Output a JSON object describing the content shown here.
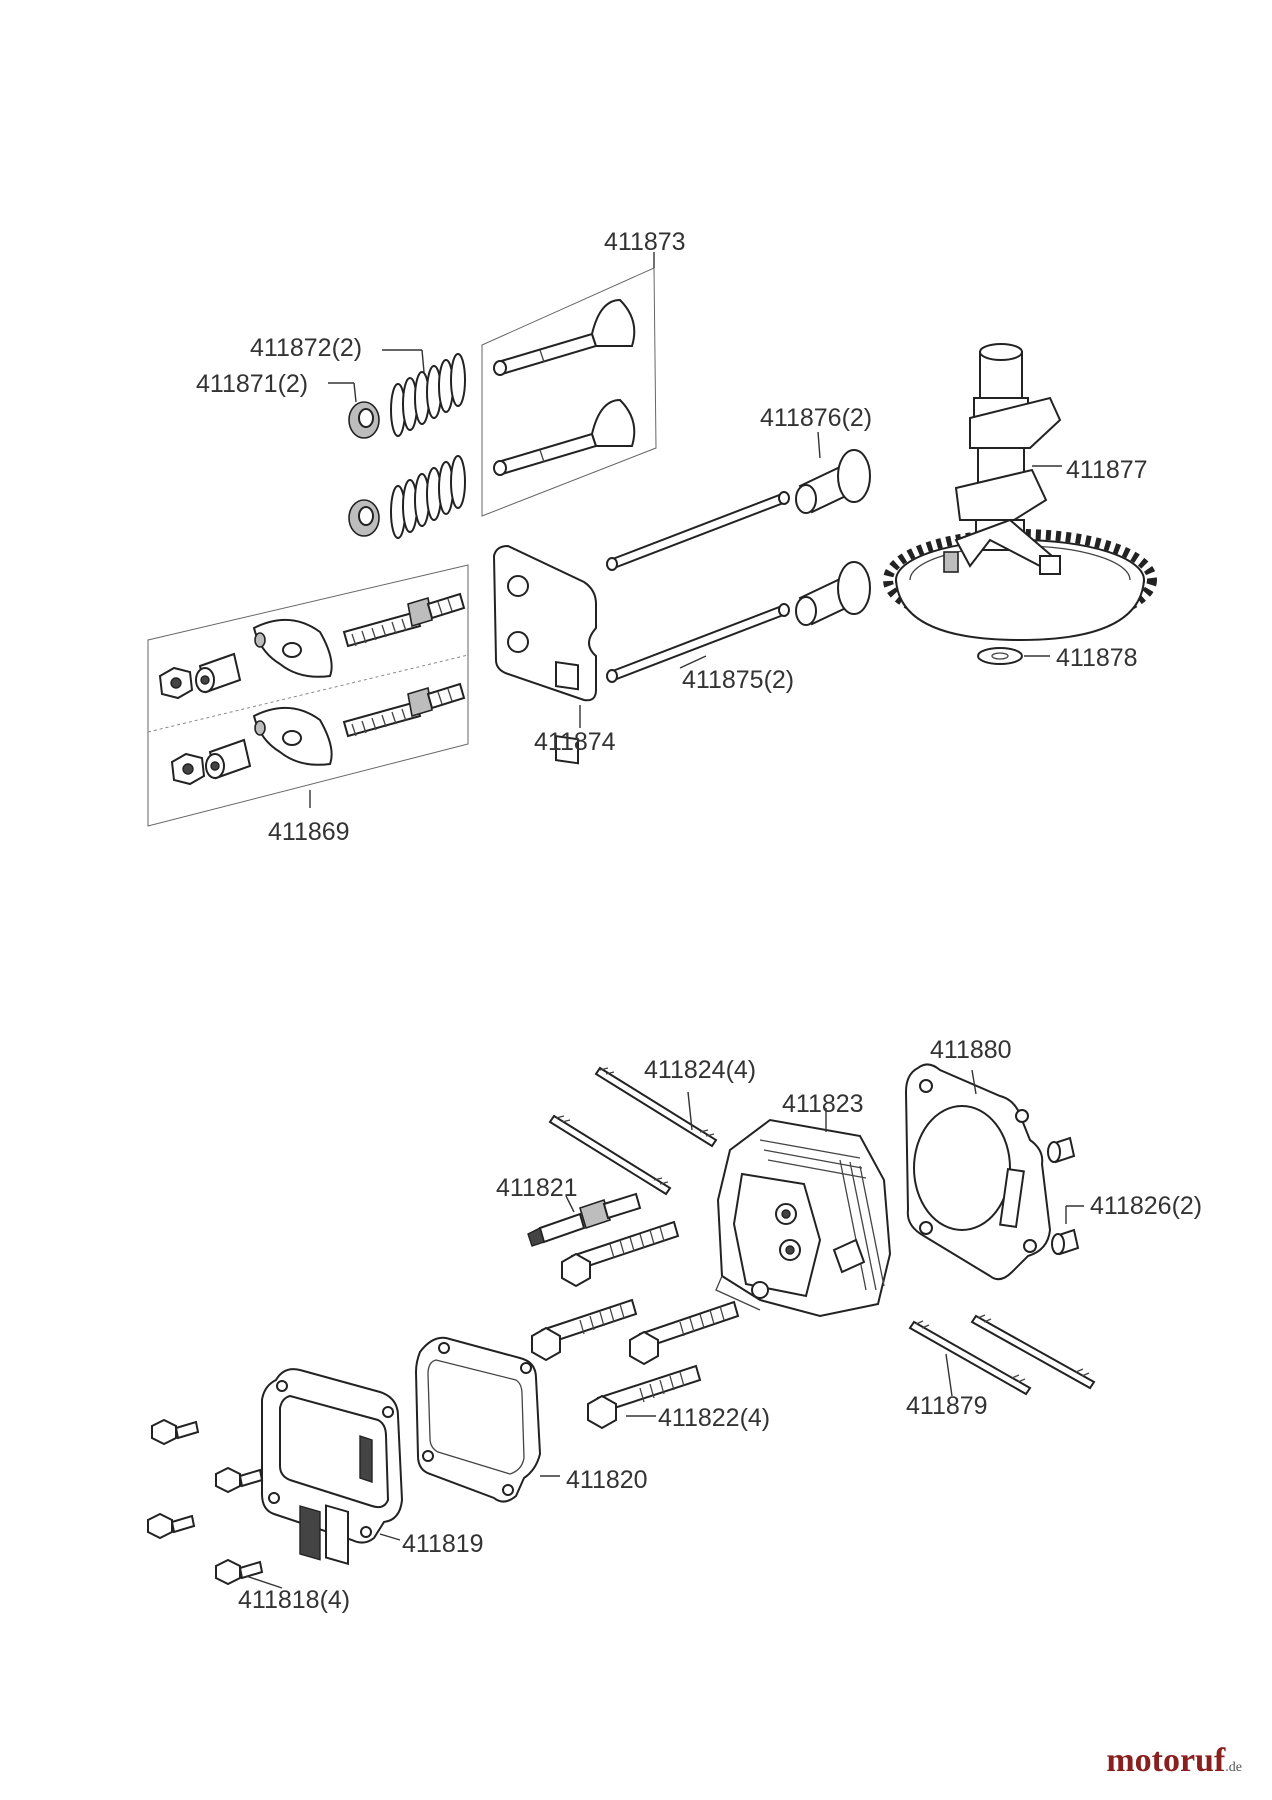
{
  "parts": {
    "p411873": "411873",
    "p411872": "411872(2)",
    "p411871": "411871(2)",
    "p411876": "411876(2)",
    "p411877": "411877",
    "p411878": "411878",
    "p411875": "411875(2)",
    "p411874": "411874",
    "p411869": "411869",
    "p411824": "411824(4)",
    "p411880": "411880",
    "p411823": "411823",
    "p411821": "411821",
    "p411826": "411826(2)",
    "p411822": "411822(4)",
    "p411879": "411879",
    "p411820": "411820",
    "p411819": "411819",
    "p411818": "411818(4)"
  },
  "watermark": {
    "name": "motoruf",
    "tld": ".de"
  }
}
